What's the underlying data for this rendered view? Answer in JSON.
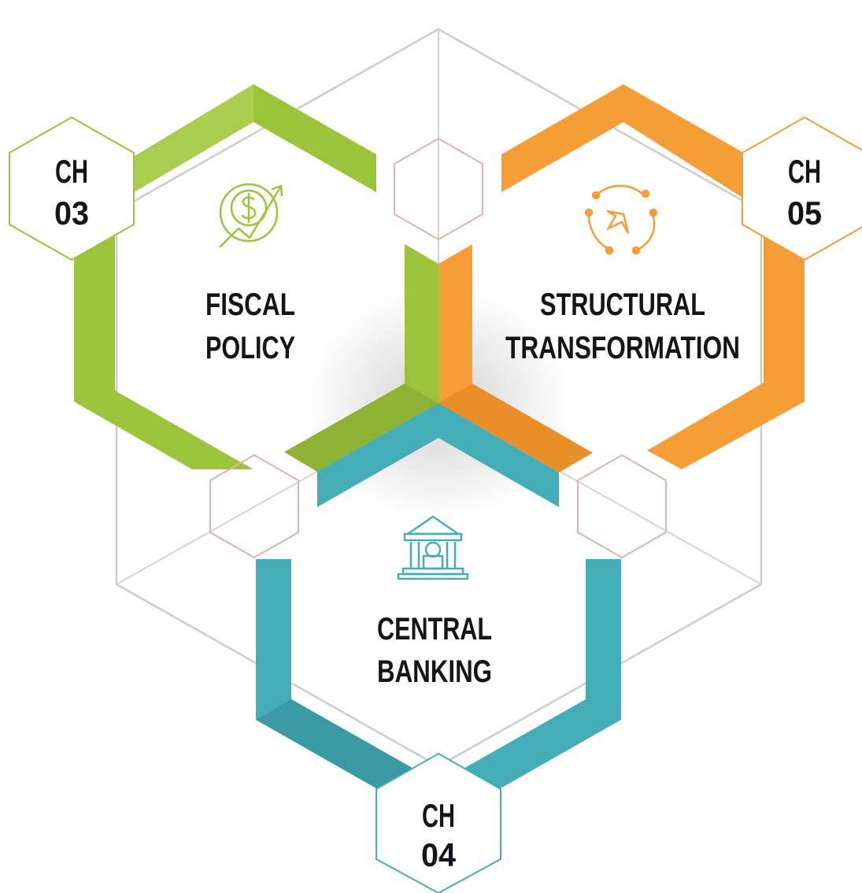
{
  "colors": {
    "fiscal": "#9bc43a",
    "structural": "#f59d37",
    "central": "#45adb7",
    "outline": "#cccccc",
    "accent_hex": "#e2b2ab",
    "text": "#15141b"
  },
  "nodes": [
    {
      "id": "fiscal",
      "chapter_line1": "CH",
      "chapter_line2": "03",
      "title_line1": "FISCAL",
      "title_line2": "POLICY",
      "icon": "dollar-growth-icon"
    },
    {
      "id": "structural",
      "chapter_line1": "CH",
      "chapter_line2": "05",
      "title_line1": "STRUCTURAL",
      "title_line2": "TRANSFORMATION",
      "icon": "network-cycle-icon"
    },
    {
      "id": "central",
      "chapter_line1": "CH",
      "chapter_line2": "04",
      "title_line1": "CENTRAL",
      "title_line2": "BANKING",
      "icon": "bank-building-icon"
    }
  ]
}
